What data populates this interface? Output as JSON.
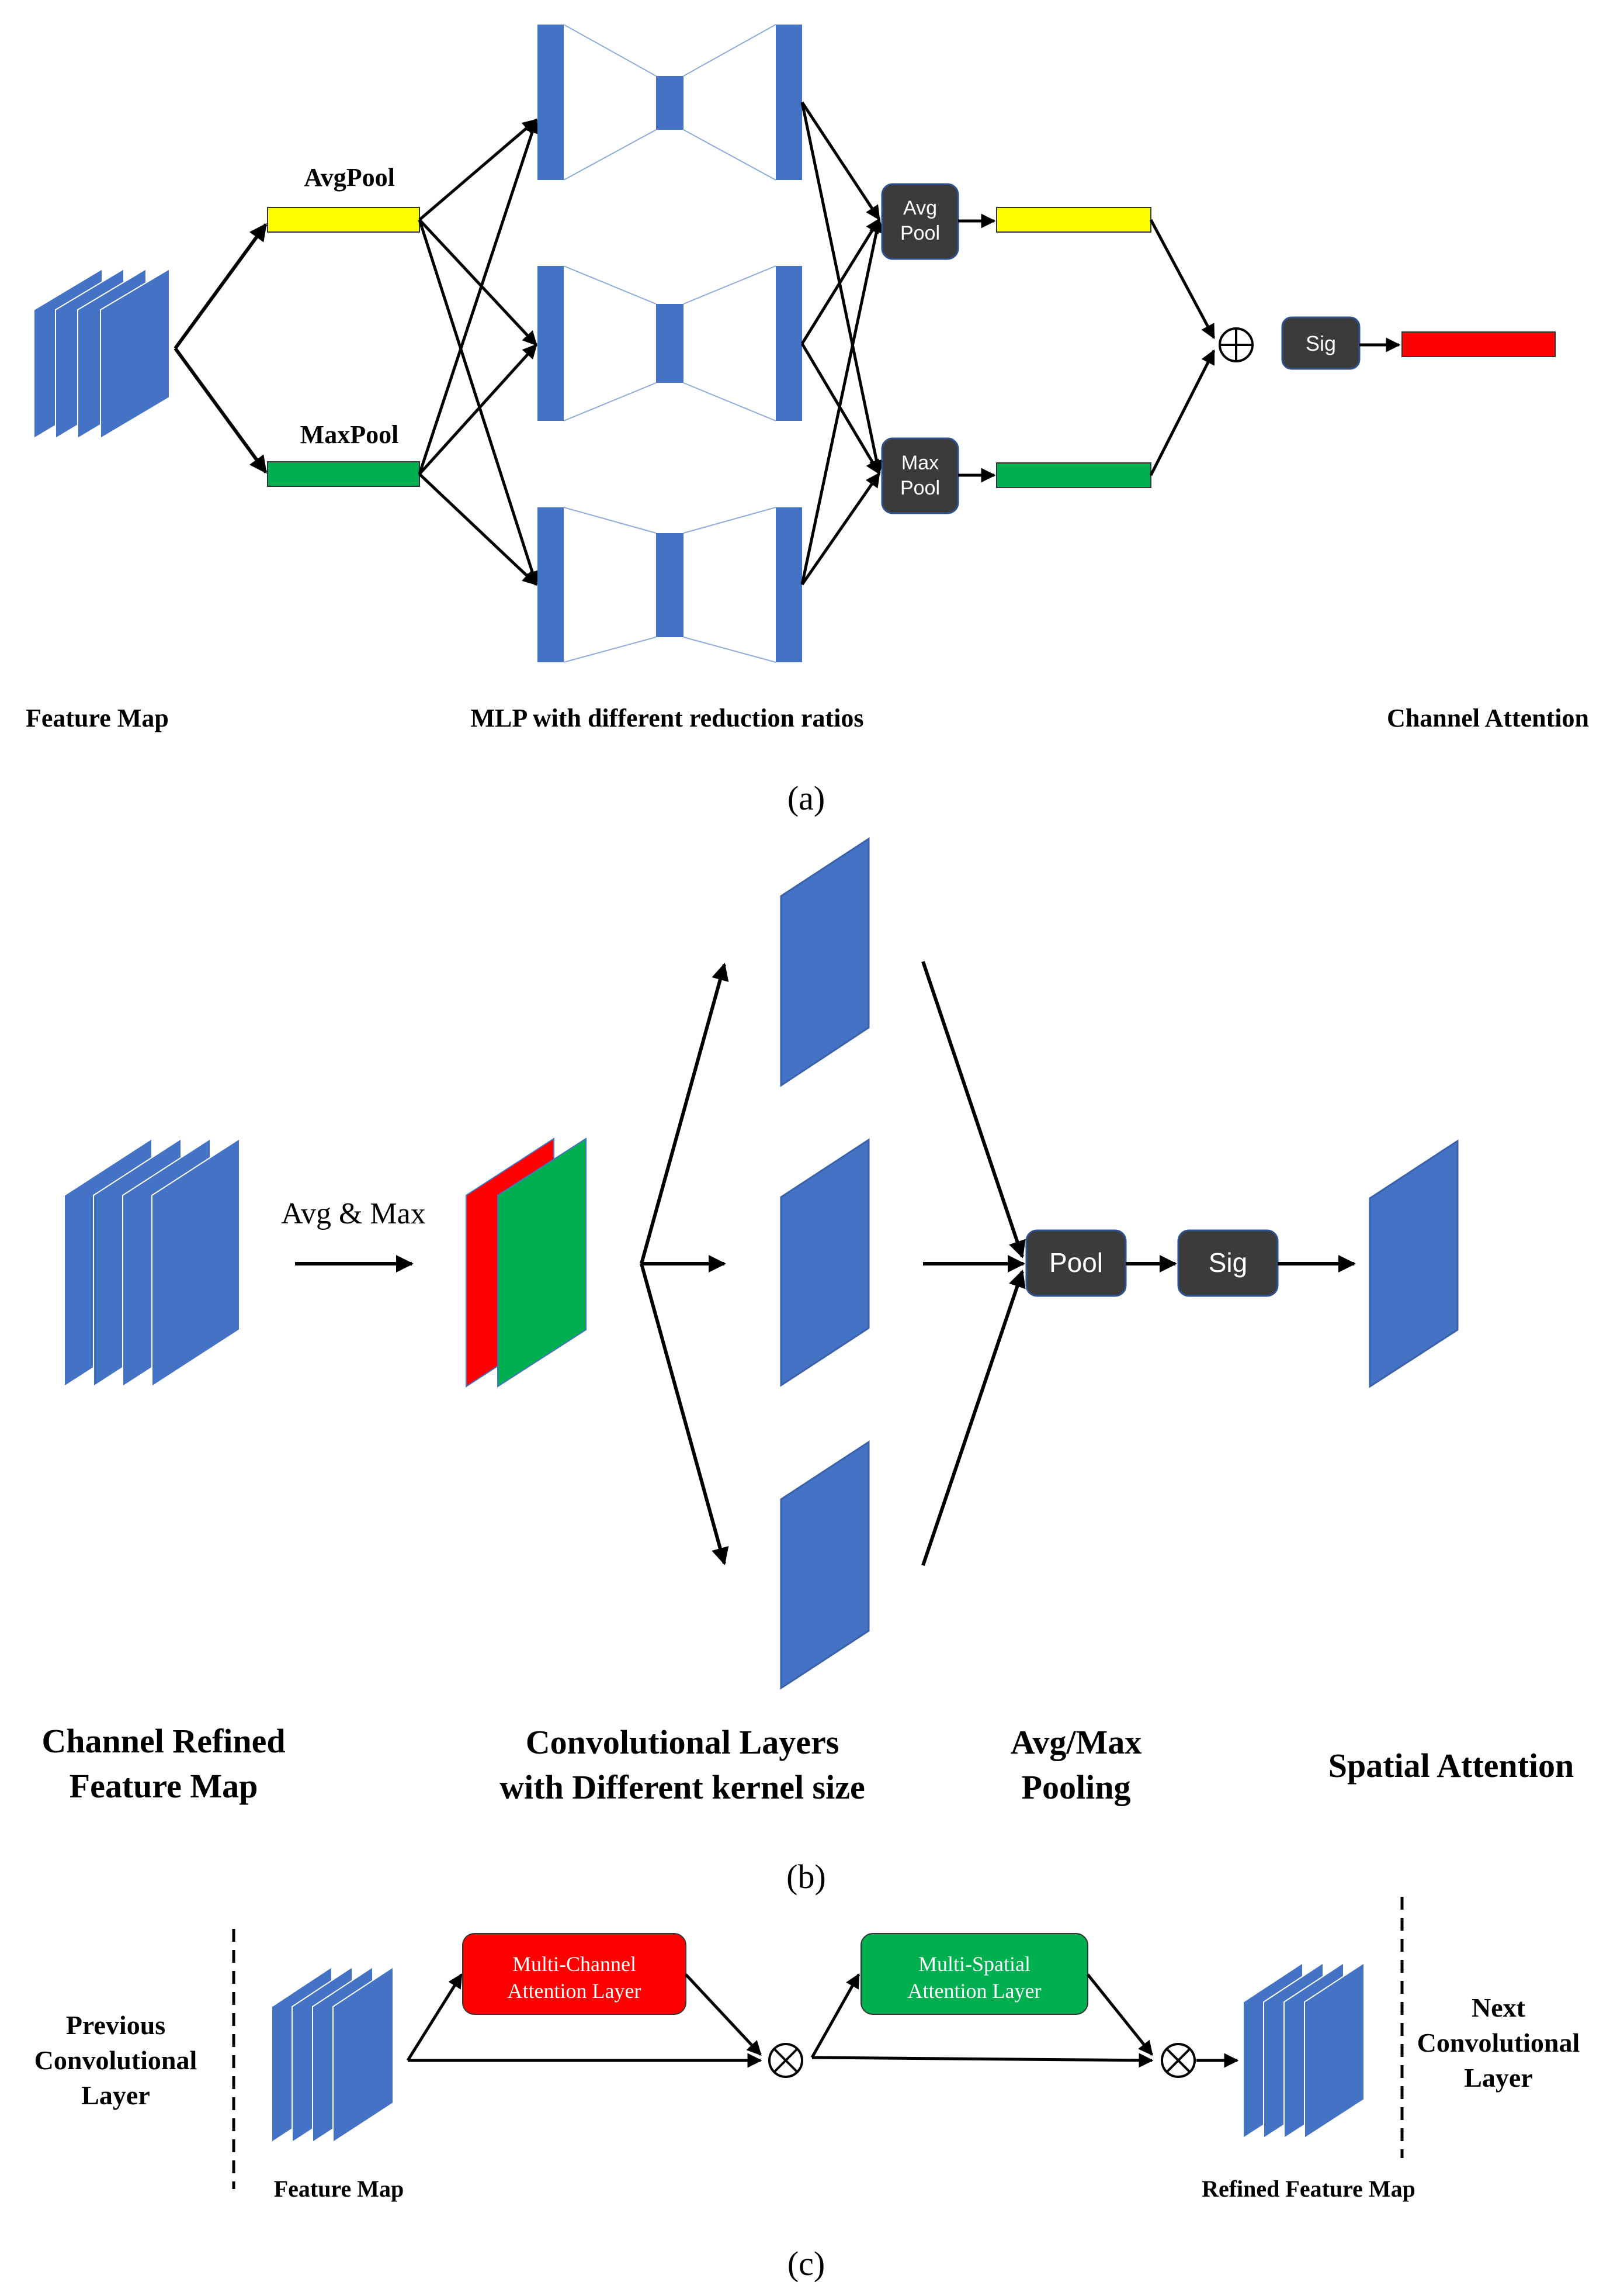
{
  "panel_a": {
    "avgpool_label": "AvgPool",
    "maxpool_label": "MaxPool",
    "avg_pool_box": [
      "Avg",
      "Pool"
    ],
    "max_pool_box": [
      "Max",
      "Pool"
    ],
    "sig_box": "Sig",
    "plus_symbol": "⊕",
    "caption_feature_map": "Feature Map",
    "caption_mlp": "MLP with different reduction ratios",
    "caption_channel_attention": "Channel Attention",
    "panel_label": "(a)",
    "colors": {
      "avg": "#ffff00",
      "max": "#00b050",
      "attention": "#ff0000",
      "feature": "#4472c4"
    }
  },
  "panel_b": {
    "avg_max_label": "Avg & Max",
    "pool_box": "Pool",
    "sig_box": "Sig",
    "caption_channel_refined": [
      "Channel Refined",
      "Feature Map"
    ],
    "caption_conv": [
      "Convolutional Layers",
      "with Different kernel size"
    ],
    "caption_pooling": [
      "Avg/Max",
      "Pooling"
    ],
    "caption_spatial": "Spatial Attention",
    "panel_label": "(b)"
  },
  "panel_c": {
    "previous_layer": [
      "Previous",
      "Convolutional",
      "Layer"
    ],
    "feature_map": "Feature Map",
    "channel_attention_box": [
      "Multi-Channel",
      "Attention Layer"
    ],
    "spatial_attention_box": [
      "Multi-Spatial",
      "Attention Layer"
    ],
    "multiply_symbol": "⊗",
    "refined_feature_map": "Refined Feature Map",
    "next_layer": [
      "Next",
      "Convolutional",
      "Layer"
    ],
    "panel_label": "(c)"
  }
}
